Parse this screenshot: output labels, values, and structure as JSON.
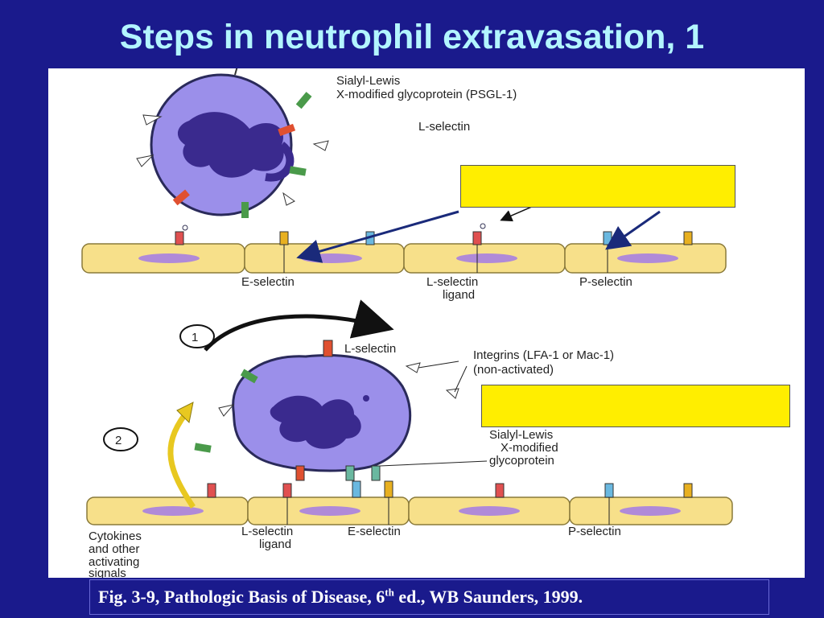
{
  "slide": {
    "title": "Steps in neutrophil extravasation, 1",
    "colors": {
      "background": "#1a1a8c",
      "title": "#b3f5ff",
      "cell": "#9b8fea",
      "nucleus": "#3a2a8e",
      "endothelium": "#f7e08a",
      "highlight_box": "#ffee00"
    }
  },
  "diagram": {
    "top": {
      "labels": {
        "psgl1_line1": "Sialyl-Lewis",
        "psgl1_line2": "X-modified glycoprotein (PSGL-1)",
        "l_selectin": "L-selectin",
        "e_selectin": "E-selectin",
        "l_selectin_ligand_line1": "L-selectin",
        "l_selectin_ligand_line2": "ligand",
        "p_selectin": "P-selectin"
      }
    },
    "bottom": {
      "step1": "1",
      "step2": "2",
      "labels": {
        "l_selectin_top": "L-selectin",
        "integrins_line1": "Integrins (LFA-1 or Mac-1)",
        "integrins_line2": "(non-activated)",
        "sialyl_line1": "Sialyl-Lewis",
        "sialyl_line2": "X-modified",
        "sialyl_line3": "glycoprotein",
        "cytokines_line1": "Cytokines",
        "cytokines_line2": "and other",
        "cytokines_line3": "activating",
        "cytokines_line4": "signals",
        "l_selectin_ligand_line1": "L-selectin",
        "l_selectin_ligand_line2": "ligand",
        "e_selectin": "E-selectin",
        "p_selectin": "P-selectin"
      }
    }
  },
  "caption": {
    "text_before": "Fig. 3-9, Pathologic Basis of Disease, 6",
    "superscript": "th",
    "text_after": " ed., WB Saunders, 1999."
  }
}
